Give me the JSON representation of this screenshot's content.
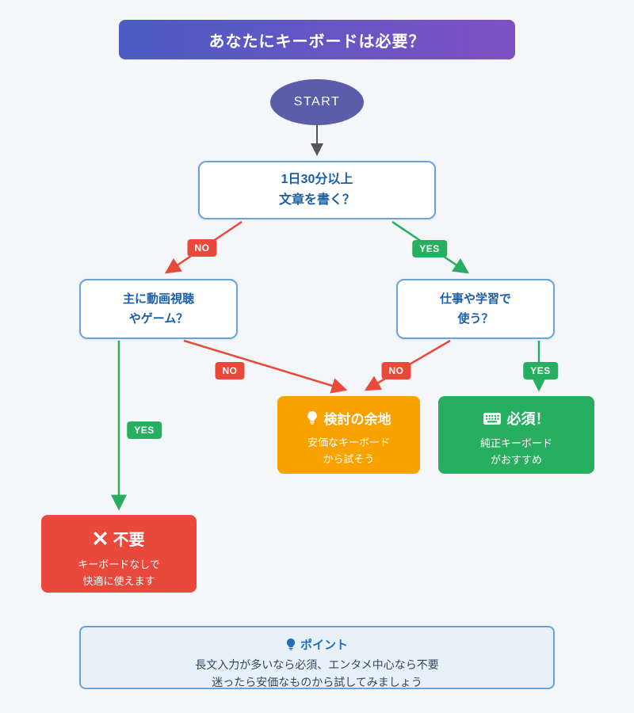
{
  "title": "あなたにキーボードは必要？",
  "start_label": "START",
  "questions": {
    "q1": {
      "line1": "1日30分以上",
      "line2": "文章を書く？"
    },
    "q2": {
      "line1": "主に動画視聴",
      "line2": "やゲーム？"
    },
    "q3": {
      "line1": "仕事や学習で",
      "line2": "使う？"
    }
  },
  "edges": [
    {
      "from": "start",
      "to": "q1",
      "label": ""
    },
    {
      "from": "q1",
      "to": "q2",
      "label": "NO"
    },
    {
      "from": "q1",
      "to": "q3",
      "label": "YES"
    },
    {
      "from": "q2",
      "to": "consider",
      "label": "NO"
    },
    {
      "from": "q2",
      "to": "unneeded",
      "label": "YES"
    },
    {
      "from": "q3",
      "to": "consider",
      "label": "NO"
    },
    {
      "from": "q3",
      "to": "required",
      "label": "YES"
    }
  ],
  "results": {
    "consider": {
      "icon": "bulb-icon",
      "title": "検討の余地",
      "line1": "安価なキーボード",
      "line2": "から試そう",
      "color": "#f8a200"
    },
    "required": {
      "icon": "keyboard-icon",
      "title": "必須！",
      "line1": "純正キーボード",
      "line2": "がおすすめ",
      "color": "#27ae60"
    },
    "unneeded": {
      "icon": "x-icon",
      "title": "不要",
      "line1": "キーボードなしで",
      "line2": "快適に使えます",
      "color": "#e8493a"
    }
  },
  "note": {
    "icon": "bulb-icon",
    "title": "ポイント",
    "line1": "長文入力が多いなら必須、エンタメ中心なら不要",
    "line2": "迷ったら安価なものから試してみましょう"
  },
  "colors": {
    "background": "#f4f6f9",
    "banner_gradient_start": "#4a5cc2",
    "banner_gradient_end": "#7f51c2",
    "start_node": "#5b5caa",
    "decision_border": "#6aa3d8",
    "decision_text": "#1b5fa8",
    "yes": "#27ae60",
    "no": "#e8493a",
    "note_background": "#e8f1fa",
    "note_title": "#1f6fb5",
    "start_arrow": "#555555"
  }
}
